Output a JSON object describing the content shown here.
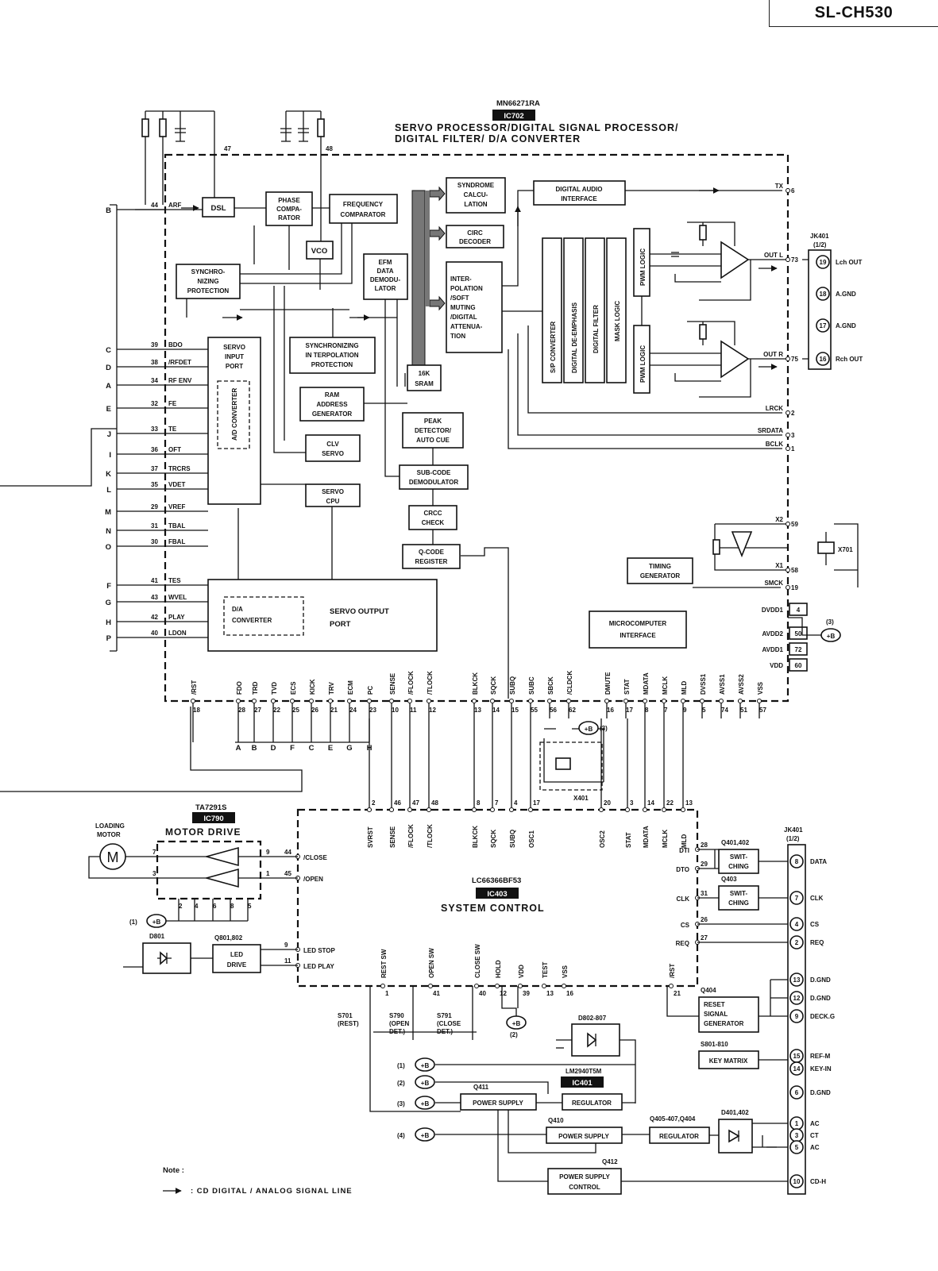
{
  "model": "SL-CH530",
  "ic702": {
    "part": "MN66271RA",
    "ref": "IC702",
    "title_line1": "SERVO PROCESSOR/DIGITAL SIGNAL PROCESSOR/",
    "title_line2": "DIGITAL FILTER/ D/A CONVERTER"
  },
  "ic403": {
    "part": "LC66366BF53",
    "ref": "IC403",
    "title": "SYSTEM CONTROL"
  },
  "ic790": {
    "part": "TA7291S",
    "ref": "IC790",
    "title": "MOTOR DRIVE"
  },
  "ic401": {
    "part": "LM2940T5M",
    "ref": "IC401"
  },
  "blocks": {
    "dsl": "DSL",
    "phase": [
      "PHASE",
      "COMPA-",
      "RATOR"
    ],
    "freq": [
      "FREQUENCY",
      "COMPARATOR"
    ],
    "vco": "VCO",
    "sync": [
      "SYNCHRO-",
      "NIZING",
      "PROTECTION"
    ],
    "efm": [
      "EFM",
      "DATA",
      "DEMODU-",
      "LATOR"
    ],
    "syndrome": [
      "SYNDROME",
      "CALCU-",
      "LATION"
    ],
    "circ": [
      "CIRC",
      "DECODER"
    ],
    "interp": [
      "INTER-",
      "POLATION",
      "/SOFT",
      "MUTING",
      "/DIGITAL",
      "ATTENUA-",
      "TION"
    ],
    "dai": [
      "DIGITAL AUDIO",
      "INTERFACE"
    ],
    "sp": "S/P CONVERTER",
    "deemph": "DIGITAL DE-EMPHASIS",
    "dfilter": "DIGITAL FILTER",
    "mask": "MASK LOGIC",
    "pwm": "PWM LOGIC",
    "servo_in": [
      "SERVO",
      "INPUT",
      "PORT"
    ],
    "ad": "A/D CONVERTER",
    "sync_interp": [
      "SYNCHRONIZING",
      "IN TERPOLATION",
      "PROTECTION"
    ],
    "ram": [
      "RAM",
      "ADDRESS",
      "GENERATOR"
    ],
    "sram": [
      "16K",
      "SRAM"
    ],
    "clv": [
      "CLV",
      "SERVO"
    ],
    "peak": [
      "PEAK",
      "DETECTOR/",
      "AUTO CUE"
    ],
    "subcode": [
      "SUB-CODE",
      "DEMODULATOR"
    ],
    "servo_cpu": [
      "SERVO",
      "CPU"
    ],
    "crcc": [
      "CRCC",
      "CHECK"
    ],
    "qcode": [
      "Q-CODE",
      "REGISTER"
    ],
    "timing": [
      "TIMING",
      "GENERATOR"
    ],
    "micro": [
      "MICROCOMPUTER",
      "INTERFACE"
    ],
    "da": [
      "D/A",
      "CONVERTER"
    ],
    "servo_out": [
      "SERVO OUTPUT",
      "PORT"
    ],
    "switching": [
      "SWIT-",
      "CHING"
    ],
    "reset": [
      "RESET",
      "SIGNAL",
      "GENERATOR"
    ],
    "keymatrix": "KEY MATRIX",
    "led_drive": [
      "LED",
      "DRIVE"
    ],
    "power_supply": "POWER SUPPLY",
    "regulator": "REGULATOR",
    "ps_control": [
      "POWER SUPPLY",
      "CONTROL"
    ]
  },
  "left_pins": [
    {
      "letter": "B",
      "num": "44",
      "name": "ARF"
    },
    {
      "letter": "C",
      "num": "39",
      "name": "BDO"
    },
    {
      "letter": "D",
      "num": "38",
      "name": "/RFDET"
    },
    {
      "letter": "A",
      "num": "34",
      "name": "RF ENV"
    },
    {
      "letter": "E",
      "num": "32",
      "name": "FE"
    },
    {
      "letter": "J",
      "num": "33",
      "name": "TE"
    },
    {
      "letter": "I",
      "num": "36",
      "name": "OFT"
    },
    {
      "letter": "K",
      "num": "37",
      "name": "TRCRS"
    },
    {
      "letter": "L",
      "num": "35",
      "name": "VDET"
    },
    {
      "letter": "M",
      "num": "29",
      "name": "VREF"
    },
    {
      "letter": "N",
      "num": "31",
      "name": "TBAL"
    },
    {
      "letter": "O",
      "num": "30",
      "name": "FBAL"
    },
    {
      "letter": "F",
      "num": "41",
      "name": "TES"
    },
    {
      "letter": "G",
      "num": "43",
      "name": "WVEL"
    },
    {
      "letter": "H",
      "num": "42",
      "name": "PLAY"
    },
    {
      "letter": "P",
      "num": "40",
      "name": "LDON"
    }
  ],
  "top_pins": [
    "47",
    "48"
  ],
  "right_pins": [
    {
      "name": "TX",
      "num": "6"
    },
    {
      "name": "OUT L",
      "num": "73"
    },
    {
      "name": "OUT R",
      "num": "75"
    },
    {
      "name": "LRCK",
      "num": "2"
    },
    {
      "name": "SRDATA",
      "num": "3"
    },
    {
      "name": "BCLK",
      "num": "1"
    },
    {
      "name": "X2",
      "num": "59"
    },
    {
      "name": "X1",
      "num": "58"
    },
    {
      "name": "SMCK",
      "num": "19"
    }
  ],
  "power_pins": [
    {
      "name": "DVDD1",
      "num": "4"
    },
    {
      "name": "AVDD2",
      "num": "50"
    },
    {
      "name": "AVDD1",
      "num": "72"
    },
    {
      "name": "VDD",
      "num": "60"
    }
  ],
  "bottom_pins": [
    {
      "name": "/RST",
      "num": "18"
    },
    {
      "name": "FDO",
      "num": "28"
    },
    {
      "name": "TRD",
      "num": "27"
    },
    {
      "name": "TVD",
      "num": "22"
    },
    {
      "name": "ECS",
      "num": "25"
    },
    {
      "name": "KICK",
      "num": "26"
    },
    {
      "name": "TRV",
      "num": "21"
    },
    {
      "name": "ECM",
      "num": "24"
    },
    {
      "name": "PC",
      "num": "23"
    },
    {
      "name": "SENSE",
      "num": "10"
    },
    {
      "name": "/FLOCK",
      "num": "11"
    },
    {
      "name": "/TLOCK",
      "num": "12"
    },
    {
      "name": "BLKCK",
      "num": "13"
    },
    {
      "name": "SQCK",
      "num": "14"
    },
    {
      "name": "SUBQ",
      "num": "15"
    },
    {
      "name": "SUBC",
      "num": "55"
    },
    {
      "name": "SBCK",
      "num": "56"
    },
    {
      "name": "/CLDCK",
      "num": "62"
    },
    {
      "name": "DMUTE",
      "num": "16"
    },
    {
      "name": "STAT",
      "num": "17"
    },
    {
      "name": "MDATA",
      "num": "8"
    },
    {
      "name": "MCLK",
      "num": "7"
    },
    {
      "name": "MLD",
      "num": "9"
    },
    {
      "name": "DVSS1",
      "num": "5"
    },
    {
      "name": "AVSS1",
      "num": "74"
    },
    {
      "name": "AVSS2",
      "num": "51"
    },
    {
      "name": "VSS",
      "num": "57"
    }
  ],
  "bus_letters": [
    "A",
    "B",
    "D",
    "F",
    "C",
    "E",
    "G",
    "H"
  ],
  "ic403_top_pins": [
    {
      "name": "SVRST",
      "num": "2"
    },
    {
      "name": "SENSE",
      "num": "46"
    },
    {
      "name": "/FLOCK",
      "num": "47"
    },
    {
      "name": "/TLOCK",
      "num": "48"
    },
    {
      "name": "BLKCK",
      "num": "8"
    },
    {
      "name": "SQCK",
      "num": "7"
    },
    {
      "name": "SUBQ",
      "num": "4"
    },
    {
      "name": "OSC1",
      "num": "17"
    },
    {
      "name": "OSC2",
      "num": "20"
    },
    {
      "name": "STAT",
      "num": "3"
    },
    {
      "name": "MDATA",
      "num": "14"
    },
    {
      "name": "MCLK",
      "num": "22"
    },
    {
      "name": "MLD",
      "num": "13"
    }
  ],
  "ic403_left_pins": [
    {
      "name": "/CLOSE",
      "num": "44"
    },
    {
      "name": "/OPEN",
      "num": "45"
    },
    {
      "name": "LED STOP",
      "num": "9"
    },
    {
      "name": "LED PLAY",
      "num": "11"
    }
  ],
  "ic403_right_pins": [
    {
      "name": "DTI",
      "num": "28"
    },
    {
      "name": "DTO",
      "num": "29"
    },
    {
      "name": "CLK",
      "num": "31"
    },
    {
      "name": "CS",
      "num": "26"
    },
    {
      "name": "REQ",
      "num": "27"
    }
  ],
  "ic403_bottom_pins": [
    {
      "name": "REST SW",
      "num": "1"
    },
    {
      "name": "OPEN SW",
      "num": "41"
    },
    {
      "name": "CLOSE SW",
      "num": "40"
    },
    {
      "name": "HOLD",
      "num": "12"
    },
    {
      "name": "VDD",
      "num": "39"
    },
    {
      "name": "TEST",
      "num": "13"
    },
    {
      "name": "VSS",
      "num": "16"
    },
    {
      "name": "/RST",
      "num": "21"
    }
  ],
  "ic790_pins": [
    "7",
    "3",
    "9",
    "1",
    "2",
    "4",
    "6",
    "8",
    "5"
  ],
  "jk401_a": {
    "title": "JK401",
    "sub": "(1/2)",
    "pins": [
      {
        "num": "19",
        "label": "Lch OUT"
      },
      {
        "num": "18",
        "label": "A.GND"
      },
      {
        "num": "17",
        "label": "A.GND"
      },
      {
        "num": "16",
        "label": "Rch OUT"
      }
    ]
  },
  "jk401_b": {
    "title": "JK401",
    "sub": "(1/2)",
    "pins": [
      {
        "num": "8",
        "label": "DATA"
      },
      {
        "num": "7",
        "label": "CLK"
      },
      {
        "num": "4",
        "label": "CS"
      },
      {
        "num": "2",
        "label": "REQ"
      },
      {
        "num": "13",
        "label": "D.GND"
      },
      {
        "num": "12",
        "label": "D.GND"
      },
      {
        "num": "9",
        "label": "DECK.G"
      },
      {
        "num": "15",
        "label": "REF-M"
      },
      {
        "num": "14",
        "label": "KEY-IN"
      },
      {
        "num": "6",
        "label": "D.GND"
      },
      {
        "num": "1",
        "label": "AC"
      },
      {
        "num": "3",
        "label": "CT"
      },
      {
        "num": "5",
        "label": "AC"
      },
      {
        "num": "10",
        "label": "CD-H"
      }
    ]
  },
  "refs": {
    "x701": "X701",
    "x401": "X401",
    "q401": "Q401,402",
    "q403": "Q403",
    "q404": "Q404",
    "s801": "S801-810",
    "d801": "D801",
    "q801": "Q801,802",
    "loading_motor": [
      "LOADING",
      "MOTOR"
    ],
    "motor": "M",
    "s701": [
      "S701",
      "(REST)"
    ],
    "s790": [
      "S790",
      "(OPEN",
      "DET.)"
    ],
    "s791": [
      "S791",
      "(CLOSE",
      "DET.)"
    ],
    "d802": "D802-807",
    "q411": "Q411",
    "q410": "Q410",
    "q405": "Q405-407,Q404",
    "d401": "D401,402",
    "q412": "Q412"
  },
  "supply_labels": [
    {
      "n": "(1)",
      "v": "+B"
    },
    {
      "n": "(2)",
      "v": "+B"
    },
    {
      "n": "(3)",
      "v": "+B"
    },
    {
      "n": "(4)",
      "v": "+B"
    }
  ],
  "note": {
    "label": "Note :",
    "legend": ": CD DIGITAL / ANALOG SIGNAL LINE"
  }
}
